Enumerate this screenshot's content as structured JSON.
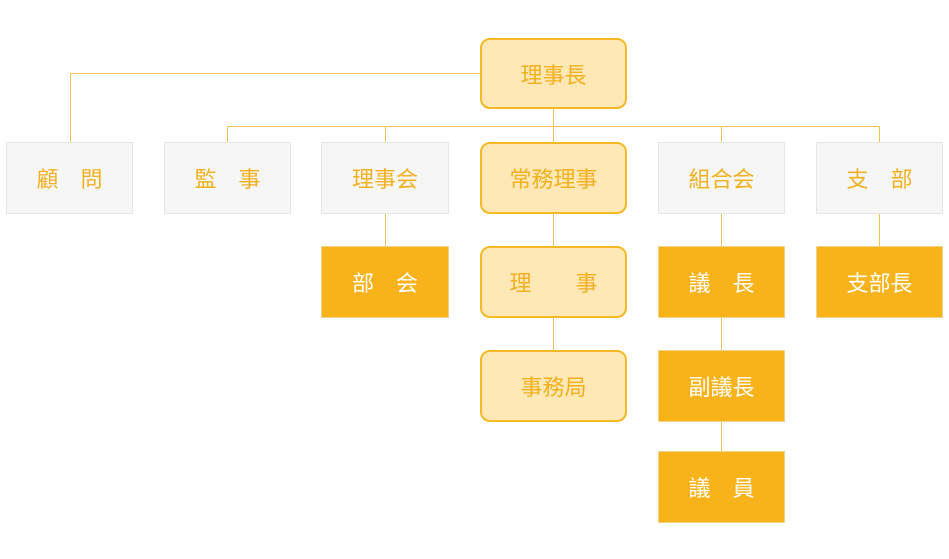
{
  "org_chart": {
    "colors": {
      "accent": "#f9b31a",
      "accent_border": "#f6b925",
      "pale_fill": "#fde8b6",
      "gray_fill": "#f6f6f6",
      "line": "#f2c14e"
    },
    "nodes": {
      "chairman": "理事長",
      "advisor": "顧　問",
      "auditor": "監　事",
      "board": "理事会",
      "executive_director": "常務理事",
      "union_assembly": "組合会",
      "branch": "支　部",
      "section_meeting": "部　会",
      "director": "理　　事",
      "secretariat": "事務局",
      "speaker": "議　長",
      "vice_speaker": "副議長",
      "member": "議　員",
      "branch_head": "支部長"
    }
  }
}
